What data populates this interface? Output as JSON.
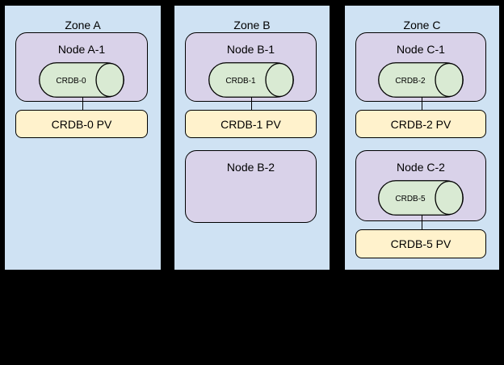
{
  "diagram": {
    "description": "Kubernetes zone topology diagram with CockroachDB pods and persistent volumes",
    "colors": {
      "background": "#000000",
      "zone_fill": "#cfe2f3",
      "node_fill": "#d9d2e9",
      "db_fill": "#d9ead3",
      "pv_fill": "#fff2cc",
      "border": "#000000"
    },
    "zones": [
      {
        "title": "Zone A",
        "stacks": [
          {
            "node_label": "Node A-1",
            "db_label": "CRDB-0",
            "pv_label": "CRDB-0 PV"
          }
        ]
      },
      {
        "title": "Zone B",
        "stacks": [
          {
            "node_label": "Node B-1",
            "db_label": "CRDB-1",
            "pv_label": "CRDB-1 PV"
          }
        ],
        "empty_node_label": "Node B-2"
      },
      {
        "title": "Zone C",
        "stacks": [
          {
            "node_label": "Node C-1",
            "db_label": "CRDB-2",
            "pv_label": "CRDB-2 PV"
          },
          {
            "node_label": "Node C-2",
            "db_label": "CRDB-5",
            "pv_label": "CRDB-5 PV"
          }
        ]
      }
    ]
  }
}
